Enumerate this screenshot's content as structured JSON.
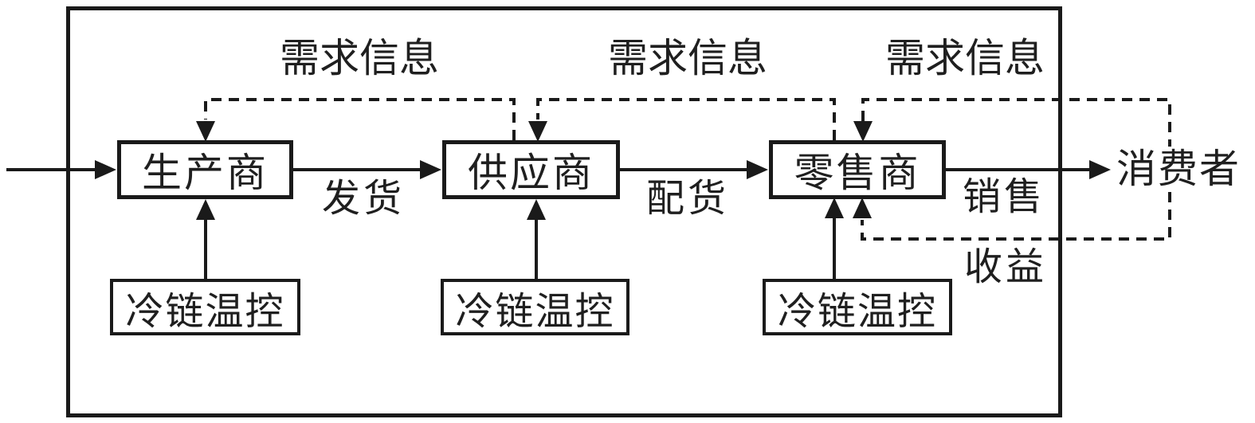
{
  "diagram": {
    "title_hint": "cold-chain supply chain flow diagram",
    "colors": {
      "line": "#1a1a1a",
      "text": "#1f1f1f",
      "background": "#ffffff"
    },
    "nodes": {
      "producer": {
        "label": "生产商"
      },
      "supplier": {
        "label": "供应商"
      },
      "retailer": {
        "label": "零售商"
      },
      "consumer": {
        "label": "消费者"
      },
      "cold_chain_producer": {
        "label": "冷链温控"
      },
      "cold_chain_supplier": {
        "label": "冷链温控"
      },
      "cold_chain_retailer": {
        "label": "冷链温控"
      }
    },
    "edges": {
      "ship": {
        "label": "发货"
      },
      "distribute": {
        "label": "配货"
      },
      "sell": {
        "label": "销售"
      },
      "demand_supplier_to_producer": {
        "label": "需求信息"
      },
      "demand_retailer_to_supplier": {
        "label": "需求信息"
      },
      "demand_consumer_to_retailer": {
        "label": "需求信息"
      },
      "revenue_consumer_to_retailer": {
        "label": "收益"
      }
    }
  }
}
